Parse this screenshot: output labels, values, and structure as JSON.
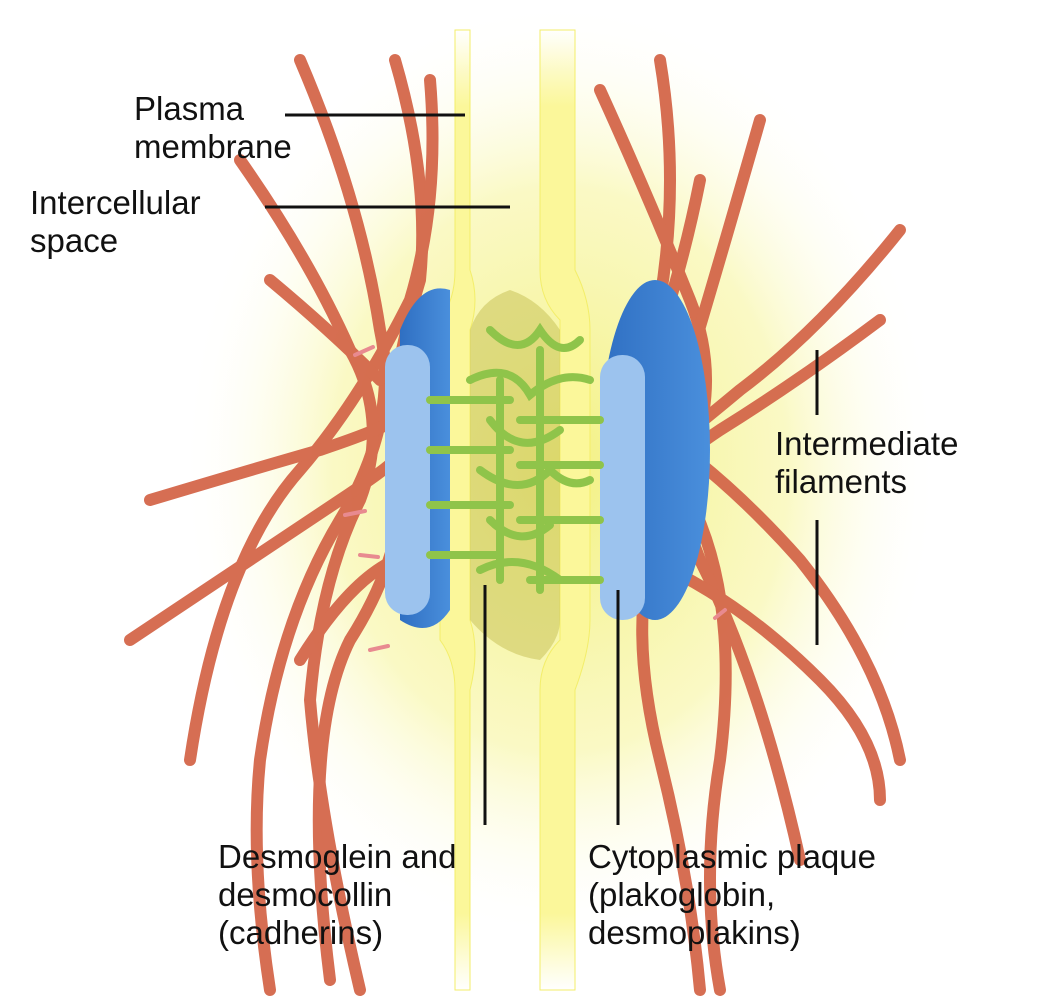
{
  "colors": {
    "background": "#ffffff",
    "membrane_yellow": "#fbf79a",
    "plaque_blue": "#3a7fd0",
    "plaque_light_blue": "#9cc3ee",
    "filament_red": "#d4674a",
    "cadherin_green": "#8fc44a",
    "leader_line": "#111111"
  },
  "labels": {
    "plasma_membrane": [
      "Plasma",
      "membrane"
    ],
    "intercellular_space": [
      "Intercellular",
      "space"
    ],
    "intermediate_filaments": [
      "Intermediate",
      "filaments"
    ],
    "cadherins": [
      "Desmoglein and",
      "desmocollin",
      "(cadherins)"
    ],
    "plaque": [
      "Cytoplasmic plaque",
      "(plakoglobin,",
      "desmoplakins)"
    ]
  }
}
